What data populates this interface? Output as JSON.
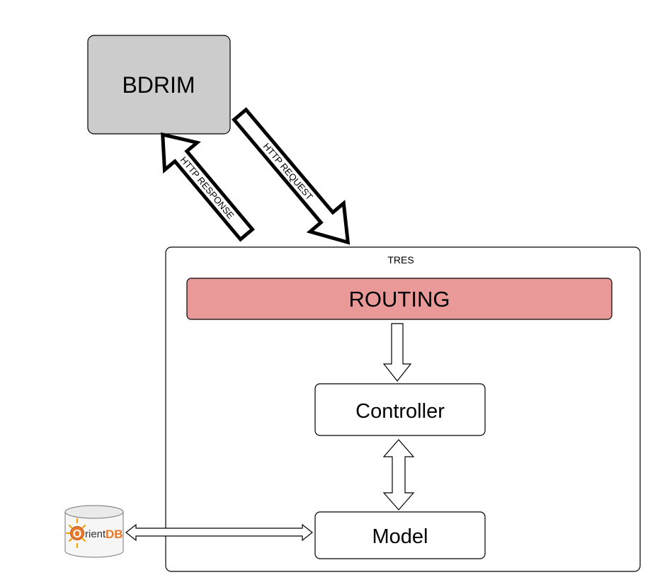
{
  "nodes": {
    "bdrim": "BDRIM",
    "tres": "TRES",
    "routing": "ROUTING",
    "controller": "Controller",
    "model": "Model"
  },
  "edges": {
    "request": "HTTP REQUEST",
    "response": "HTTP RESPONSE"
  },
  "database": {
    "logo_text": "OrientDB",
    "logo_prefix": "O",
    "logo_middle": "rient",
    "logo_suffix": "DB",
    "logo_colors": {
      "sun": "#f5a300",
      "orb": "#e8792a",
      "db": "#e8792a",
      "can": "#f2f2f2"
    }
  },
  "colors": {
    "bdrim_fill": "#cccccc",
    "routing_fill": "#ea9999",
    "stroke": "#000000"
  }
}
